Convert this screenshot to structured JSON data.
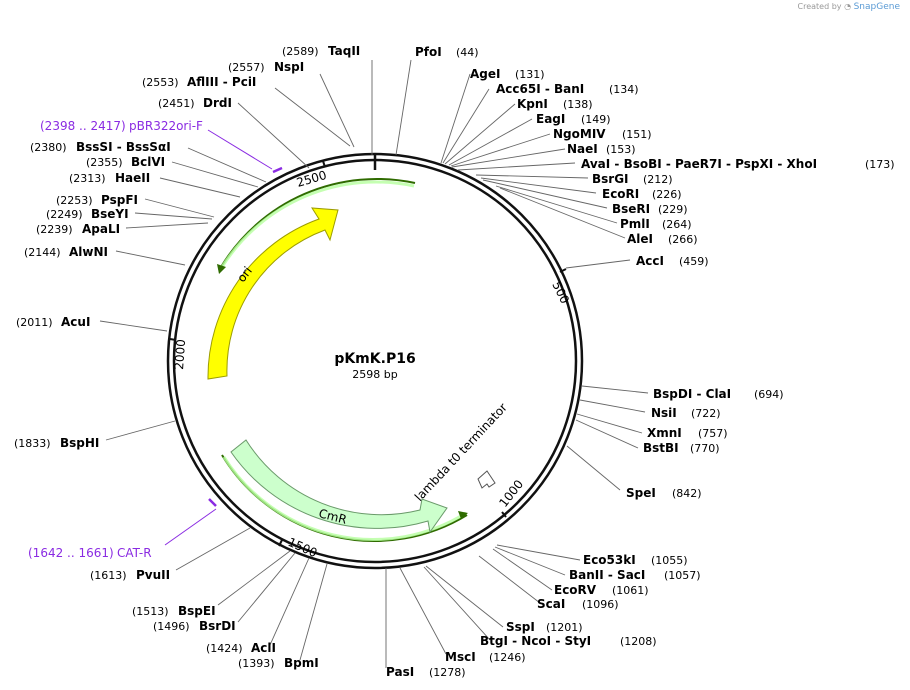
{
  "credit": {
    "prefix": "Created by",
    "brand": "SnapGene"
  },
  "plasmid": {
    "name": "pKmK.P16",
    "length_label": "2598 bp",
    "length": 2598
  },
  "ticks": [
    "500",
    "1000",
    "1500",
    "2000",
    "2500"
  ],
  "features": [
    {
      "label": "ori",
      "color": "#ffff00",
      "stroke": "#9c9c00"
    },
    {
      "label": "CmR",
      "color": "#ccffcc",
      "stroke": "#6a9a6a"
    },
    {
      "label": "lambda t0 terminator",
      "color": "#ffffff",
      "stroke": "#555555"
    }
  ],
  "primers": [
    {
      "range": "(2398 .. 2417)",
      "name": "pBR322ori-F"
    },
    {
      "range": "(1642 .. 1661)",
      "name": "CAT-R"
    }
  ],
  "sites": [
    {
      "pos": "(2589)",
      "name": "TaqII"
    },
    {
      "pos": "(44)",
      "name": "PfoI"
    },
    {
      "pos": "(2557)",
      "name": "NspI"
    },
    {
      "pos": "(131)",
      "name": "AgeI"
    },
    {
      "pos": "(2553)",
      "name": "AflIII  - PciI"
    },
    {
      "pos": "(134)",
      "name": "Acc65I  - BanI"
    },
    {
      "pos": "(138)",
      "name": "KpnI"
    },
    {
      "pos": "(2451)",
      "name": "DrdI"
    },
    {
      "pos": "(149)",
      "name": "EagI"
    },
    {
      "pos": "(151)",
      "name": "NgoMIV"
    },
    {
      "pos": "(2380)",
      "name": "BssSI  - BssSαI"
    },
    {
      "pos": "(153)",
      "name": "NaeI"
    },
    {
      "pos": "(2355)",
      "name": "BclVI"
    },
    {
      "pos": "(173)",
      "name": "AvaI  - BsoBI  - PaeR7I  - PspXI  - XhoI"
    },
    {
      "pos": "(2313)",
      "name": "HaeII"
    },
    {
      "pos": "(212)",
      "name": "BsrGI"
    },
    {
      "pos": "(226)",
      "name": "EcoRI"
    },
    {
      "pos": "(2253)",
      "name": "PspFI"
    },
    {
      "pos": "(229)",
      "name": "BseRI"
    },
    {
      "pos": "(2249)",
      "name": "BseYI"
    },
    {
      "pos": "(264)",
      "name": "PmlI"
    },
    {
      "pos": "(2239)",
      "name": "ApaLI"
    },
    {
      "pos": "(266)",
      "name": "AleI"
    },
    {
      "pos": "(2144)",
      "name": "AlwNI"
    },
    {
      "pos": "(459)",
      "name": "AccI"
    },
    {
      "pos": "(2011)",
      "name": "AcuI"
    },
    {
      "pos": "(694)",
      "name": "BspDI  - ClaI"
    },
    {
      "pos": "(722)",
      "name": "NsiI"
    },
    {
      "pos": "(757)",
      "name": "XmnI"
    },
    {
      "pos": "(770)",
      "name": "BstBI"
    },
    {
      "pos": "(1833)",
      "name": "BspHI"
    },
    {
      "pos": "(842)",
      "name": "SpeI"
    },
    {
      "pos": "(1055)",
      "name": "Eco53kI"
    },
    {
      "pos": "(1057)",
      "name": "BanII  - SacI"
    },
    {
      "pos": "(1061)",
      "name": "EcoRV"
    },
    {
      "pos": "(1613)",
      "name": "PvuII"
    },
    {
      "pos": "(1096)",
      "name": "ScaI"
    },
    {
      "pos": "(1201)",
      "name": "SspI"
    },
    {
      "pos": "(1513)",
      "name": "BspEI"
    },
    {
      "pos": "(1208)",
      "name": "BtgI  - NcoI  - StyI"
    },
    {
      "pos": "(1496)",
      "name": "BsrDI"
    },
    {
      "pos": "(1424)",
      "name": "AclI"
    },
    {
      "pos": "(1246)",
      "name": "MscI"
    },
    {
      "pos": "(1393)",
      "name": "BpmI"
    },
    {
      "pos": "(1278)",
      "name": "PasI"
    }
  ]
}
